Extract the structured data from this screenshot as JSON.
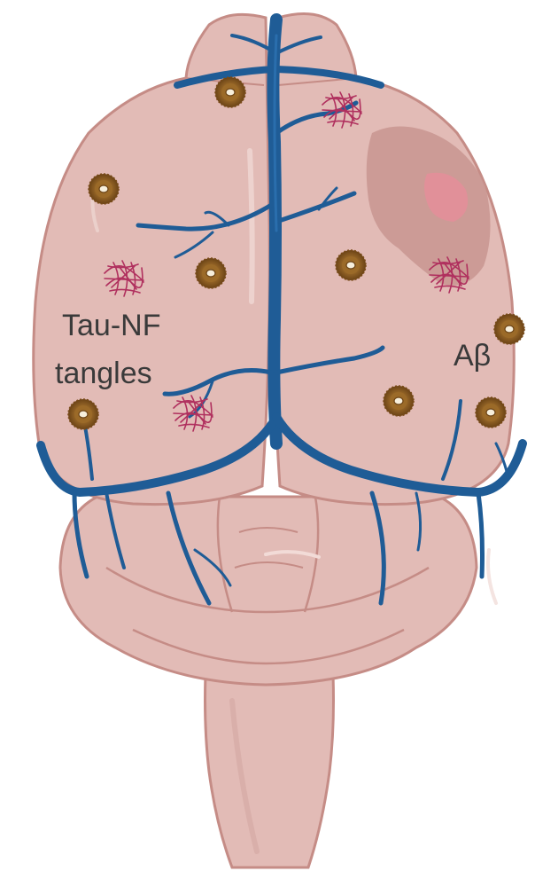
{
  "labels": {
    "tau_line1": "Tau-NF",
    "tau_line2": "tangles",
    "abeta": "Aβ"
  },
  "colors": {
    "background": "#ffffff",
    "brain_fill": "#e2bbb6",
    "brain_shade": "#d3a6a1",
    "brain_outline": "#c58c86",
    "vessel": "#1f5c96",
    "vessel_highlight": "#2d73b3",
    "plaque": "#8a5a22",
    "tangle": "#b0305e",
    "lesion": "#c89590",
    "lesion_core": "#e48e9a",
    "text": "#3a3a3a"
  },
  "icons": [
    "amyloid-plaque-icon",
    "tau-tangle-icon",
    "lesion-icon"
  ]
}
